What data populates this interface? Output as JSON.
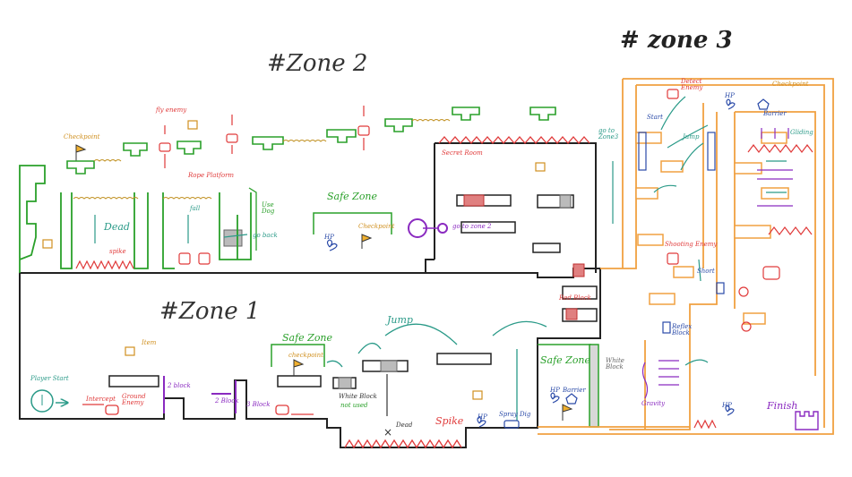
{
  "zones": {
    "zone1": "#Zone 1",
    "zone2": "#Zone 2",
    "zone3": "# zone 3"
  },
  "labels": {
    "player_start": "Player Start",
    "intercept": "Intercept",
    "ground_enemy": "Ground Enemy",
    "two_block": "2 block",
    "two_block_b": "2 Block",
    "three_block": "3 Block",
    "item": "Item",
    "safe_zone": "Safe Zone",
    "checkpoint": "checkpoint",
    "white_block": "White Block",
    "not_used": "not used",
    "jump": "Jump",
    "dead": "Dead",
    "spike": "Spike",
    "hp": "HP",
    "spray_dig": "Spray Dig",
    "barrier": "Barrier",
    "white_block_b": "White Block",
    "red_block": "Red Block",
    "fly_enemy": "fly enemy",
    "rope_platform": "Rope Platform",
    "fall": "fall",
    "use_dog": "Use Dog",
    "go_back": "go back",
    "dead_z2": "Dead",
    "spike_z2": "spike",
    "safe_zone_z2": "Safe Zone",
    "checkpoint_z2": "Checkpoint",
    "hp_z2": "HP",
    "go_to_zone2": "go to zone 2",
    "secret_room": "Secret Room",
    "go_to_zone3": "go to Zone3",
    "checkpoint_z2_top": "Checkpoint",
    "detect_enemy": "Detect Enemy",
    "hp_z3": "HP",
    "checkpoint_z3": "Checkpoint",
    "barrier_z3": "Barrier",
    "start": "Start",
    "jump_z3": "Jump",
    "gliding": "Gliding",
    "shooting_enemy": "Shooting Enemy",
    "short": "Short",
    "reflex_block": "Reflex Block",
    "gravity": "Gravity",
    "hp_finish": "HP",
    "finish": "Finish"
  },
  "colors": {
    "zone1": "#222222",
    "zone2": "#2aa02a",
    "zone3": "#f0a040",
    "enemy": "#e03a3a",
    "teal": "#2a9a88",
    "blue": "#2a4aa8",
    "purple": "#8a2ac0"
  }
}
